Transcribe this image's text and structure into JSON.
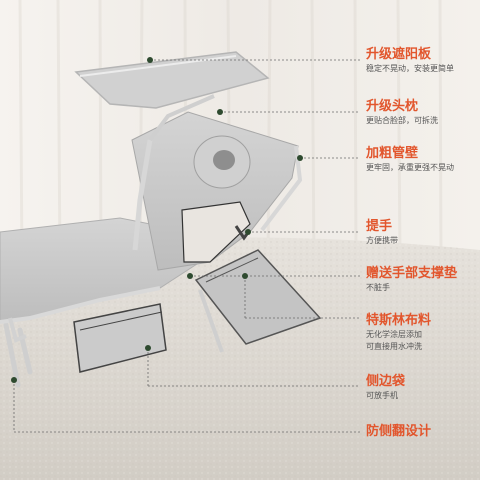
{
  "features": [
    {
      "title": "升级遮阳板",
      "subtitle": [
        "稳定不晃动，安装更简单"
      ]
    },
    {
      "title": "升级头枕",
      "subtitle": [
        "更贴合脸部，可拆洗"
      ]
    },
    {
      "title": "加粗管壁",
      "subtitle": [
        "更牢固，承重更强不晃动"
      ]
    },
    {
      "title": "提手",
      "subtitle": [
        "方便携带"
      ]
    },
    {
      "title": "赠送手部支撑垫",
      "subtitle": [
        "不脏手"
      ]
    },
    {
      "title": "特斯林布料",
      "subtitle": [
        "无化学涂层添加",
        "可直接用水冲洗"
      ]
    },
    {
      "title": "侧边袋",
      "subtitle": [
        "可放手机"
      ]
    },
    {
      "title": "防侧翻设计",
      "subtitle": []
    }
  ],
  "colors": {
    "accent": "#e2562d",
    "chair_fabric": "#c9c9c9",
    "frame": "#d4d4d4",
    "background_curtain": "#f3efea",
    "rug": "#dcd7d0"
  }
}
